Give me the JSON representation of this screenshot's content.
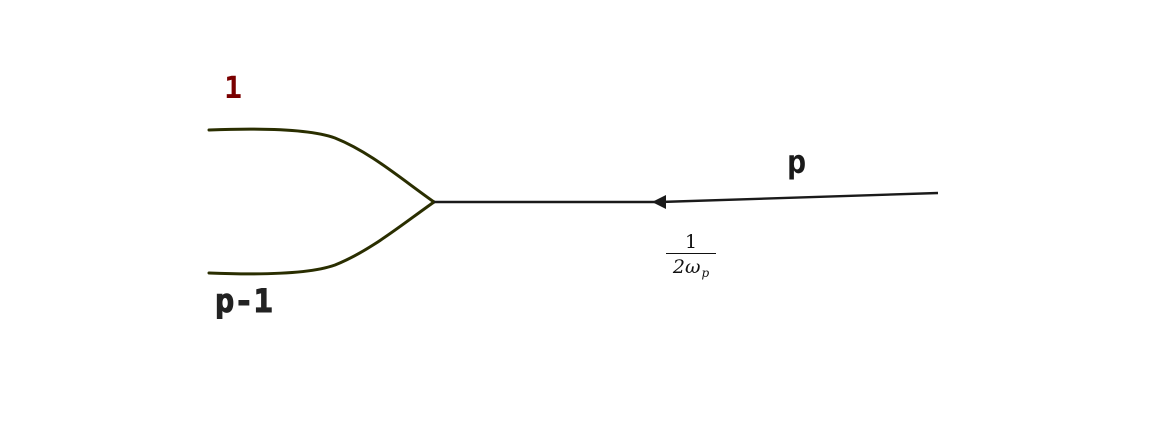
{
  "labels": {
    "top_leg": "1",
    "bottom_leg": "p-1",
    "incoming": "p"
  },
  "propagator": {
    "numerator": "1",
    "denominator_prefix": "2ω",
    "denominator_subscript": "p"
  },
  "colors": {
    "legs": "#2a2e00",
    "line": "#1a1a1a",
    "top_label": "#7a0000",
    "bottom_label": "#222222",
    "p_label": "#1a1a1a"
  }
}
